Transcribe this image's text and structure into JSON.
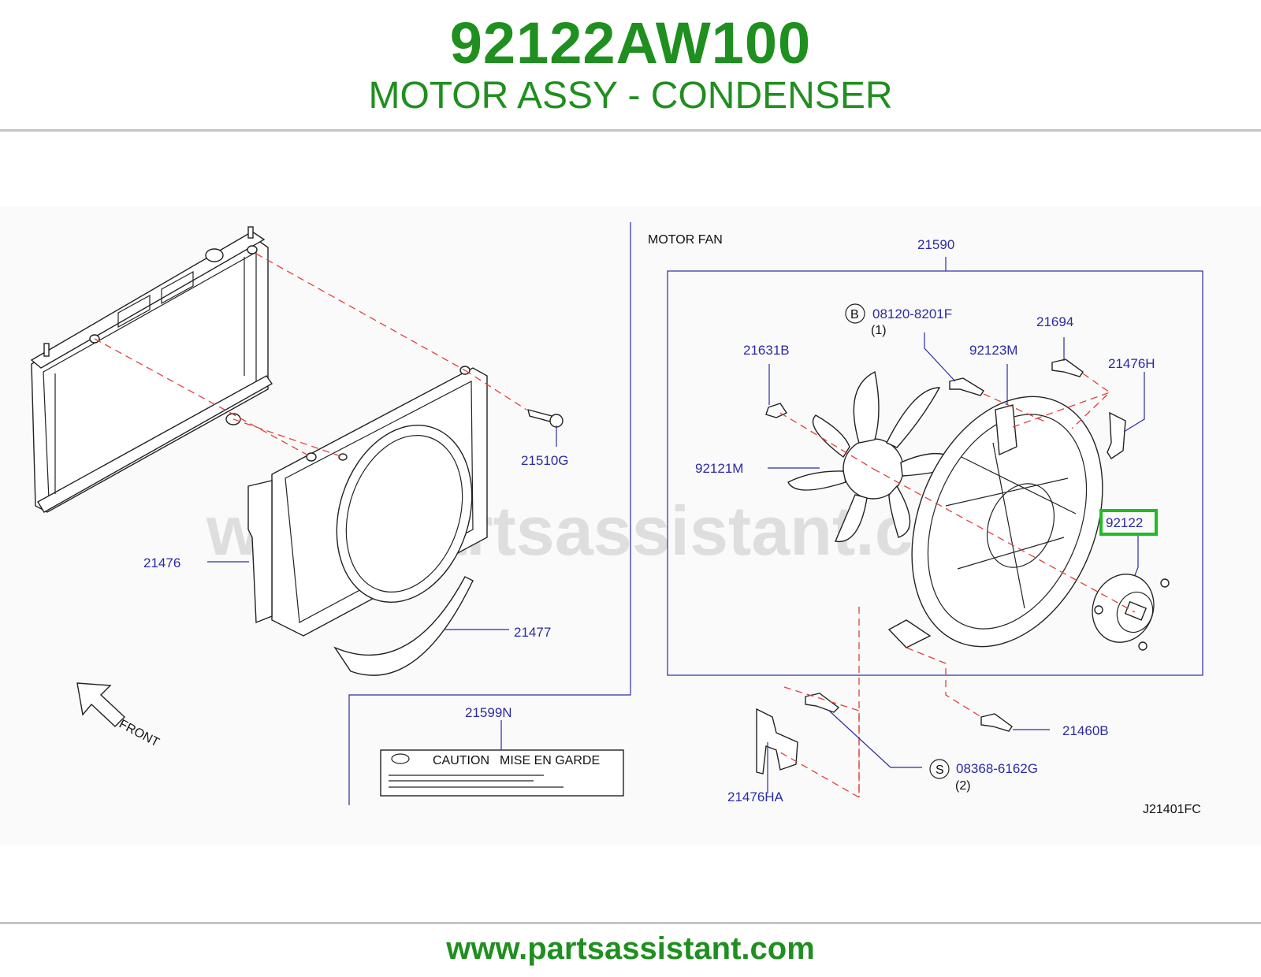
{
  "header": {
    "part_number": "92122AW100",
    "part_name": "MOTOR ASSY - CONDENSER"
  },
  "footer": {
    "url": "www.partsassistant.com"
  },
  "diagram": {
    "watermark": "www.partsassistant.com",
    "section_title": "MOTOR   FAN",
    "figure_code": "J21401FC",
    "front_label": "FRONT",
    "caution_label": {
      "caution": "CAUTION",
      "mise": "MISE   EN   GARDE"
    },
    "callouts": {
      "c21590": "21590",
      "c08120": "08120-8201F",
      "c08120_qty": "(1)",
      "c08120_prefix": "B",
      "c21694": "21694",
      "c21631b": "21631B",
      "c92123m": "92123M",
      "c21476h": "21476H",
      "c92121m": "92121M",
      "c92122": "92122",
      "c21510g": "21510G",
      "c21476": "21476",
      "c21477": "21477",
      "c21599n": "21599N",
      "c21460b": "21460B",
      "c08368": "08368-6162G",
      "c08368_qty": "(2)",
      "c08368_prefix": "S",
      "c21476ha": "21476HA"
    },
    "highlight_color": "#22bb22",
    "callout_color": "#2a2aa8",
    "dash_color": "#e0403a"
  }
}
